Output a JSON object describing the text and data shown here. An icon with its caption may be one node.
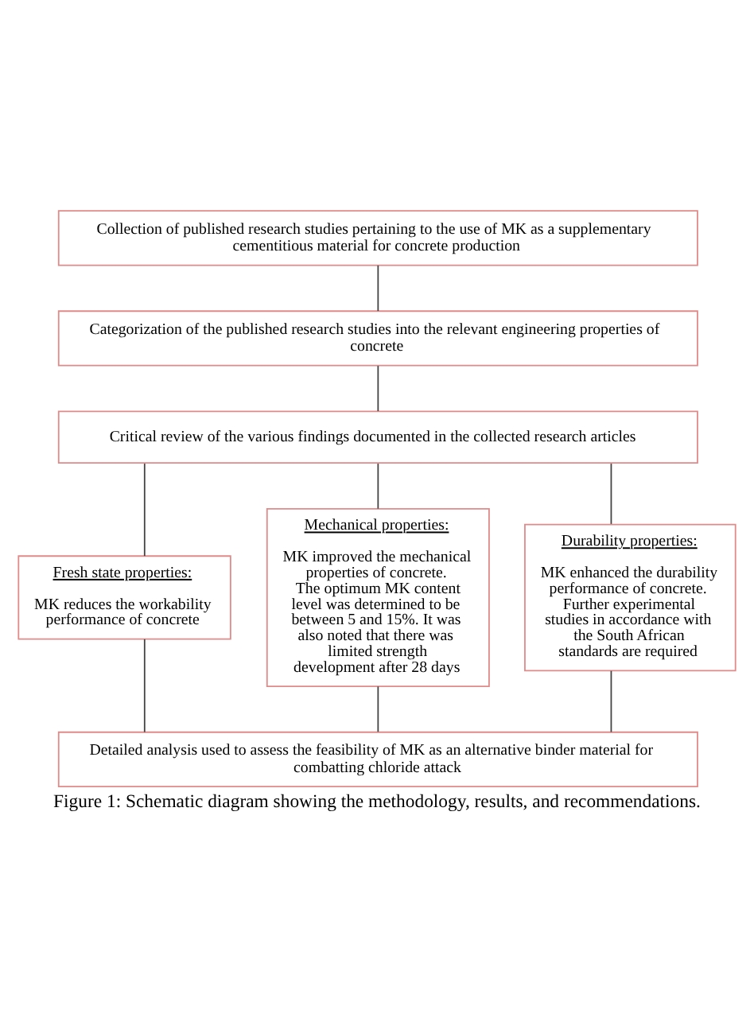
{
  "diagram": {
    "caption": "Figure 1: Schematic diagram showing the methodology, results, and recommendations.",
    "nodes": [
      {
        "text": [
          "Collection of published research studies pertaining to the use of MK as a supplementary cementitious material for concrete production"
        ]
      },
      {
        "text": [
          "Categorization of the published research studies into the relevant engineering properties of concrete"
        ]
      },
      {
        "text": [
          "Critical review of the various findings documented in the collected research articles"
        ]
      },
      {
        "text": [
          "Fresh state properties:",
          "MK reduces the workability performance of concrete"
        ]
      },
      {
        "text": [
          "Mechanical properties:",
          "MK improved the mechanical properties of concrete. The optimum MK content level was determined to be between 5 and 15%. It was also noted that there was limited strength development after 28 days"
        ]
      },
      {
        "text": [
          "Durability properties:",
          "MK enhanced the durability performance of concrete. Further experimental studies in accordance with the South African standards are required"
        ]
      },
      {
        "text": [
          "Detailed analysis used to assess the feasibility of MK as an alternative binder material for combatting chloride attack"
        ]
      }
    ],
    "edges": [
      {
        "from": 0,
        "to": 1,
        "arrow": "none"
      },
      {
        "from": 1,
        "to": 2,
        "arrow": "none"
      },
      {
        "from": 2,
        "to": 3,
        "arrow": "none"
      },
      {
        "from": 2,
        "to": 4,
        "arrow": "none"
      },
      {
        "from": 2,
        "to": 5,
        "arrow": "none"
      },
      {
        "from": 3,
        "to": 6,
        "arrow": "none"
      },
      {
        "from": 4,
        "to": 6,
        "arrow": "none"
      },
      {
        "from": 5,
        "to": 6,
        "arrow": "none"
      }
    ]
  }
}
